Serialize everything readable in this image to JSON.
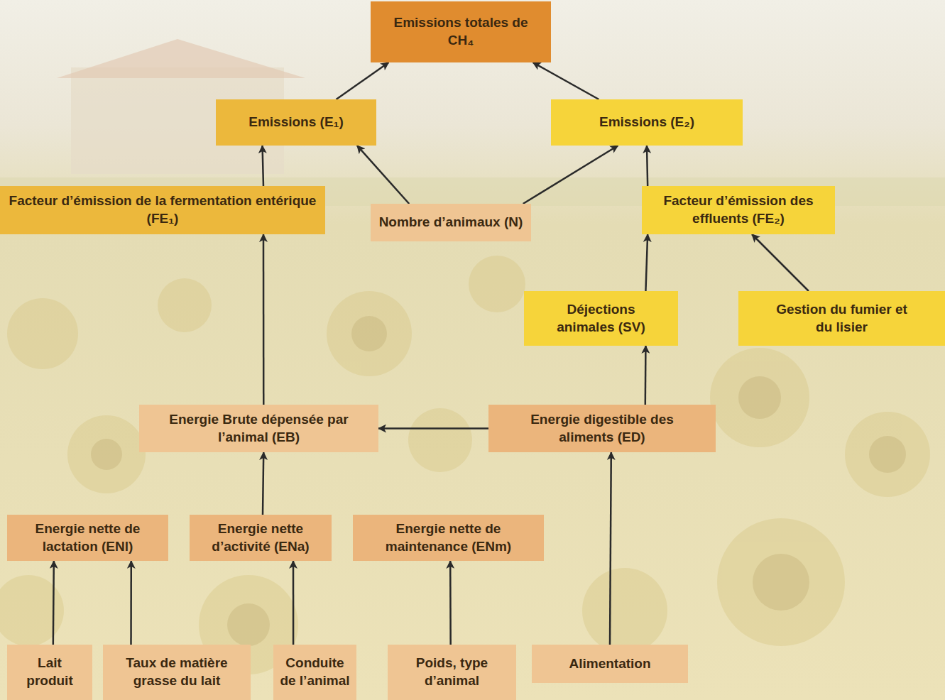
{
  "diagram": {
    "nodes": [
      {
        "text": [
          "Emissions totales de CH₄"
        ]
      },
      {
        "text": [
          "Emissions (E₁)"
        ]
      },
      {
        "text": [
          "Emissions (E₂)"
        ]
      },
      {
        "text": [
          "Facteur d’émission de la fermentation entérique (FE₁)"
        ]
      },
      {
        "text": [
          "Nombre d’animaux (N)"
        ]
      },
      {
        "text": [
          "Facteur d’émission des effluents (FE₂)"
        ]
      },
      {
        "text": [
          "Déjections animales (SV)"
        ]
      },
      {
        "text": [
          "Gestion du fumier et du lisier"
        ]
      },
      {
        "text": [
          "Energie Brute dépensée par l’animal (EB)"
        ]
      },
      {
        "text": [
          "Energie digestible des aliments (ED)"
        ]
      },
      {
        "text": [
          "Energie nette de lactation (ENl)"
        ]
      },
      {
        "text": [
          "Energie nette d’activité (ENa)"
        ]
      },
      {
        "text": [
          "Energie nette de maintenance (ENm)"
        ]
      },
      {
        "text": [
          "Lait produit"
        ]
      },
      {
        "text": [
          "Taux de matière grasse du lait"
        ]
      },
      {
        "text": [
          "Conduite de l’animal"
        ]
      },
      {
        "text": [
          "Poids, type d’animal"
        ]
      },
      {
        "text": [
          "Alimentation"
        ]
      }
    ],
    "edges": [
      {
        "from": 1,
        "to": 0,
        "arrow": "to"
      },
      {
        "from": 2,
        "to": 0,
        "arrow": "to"
      },
      {
        "from": 3,
        "to": 1,
        "arrow": "to"
      },
      {
        "from": 4,
        "to": 1,
        "arrow": "to"
      },
      {
        "from": 4,
        "to": 2,
        "arrow": "to"
      },
      {
        "from": 5,
        "to": 2,
        "arrow": "to"
      },
      {
        "from": 6,
        "to": 5,
        "arrow": "to"
      },
      {
        "from": 7,
        "to": 5,
        "arrow": "to"
      },
      {
        "from": 8,
        "to": 3,
        "arrow": "to"
      },
      {
        "from": 9,
        "to": 8,
        "arrow": "to"
      },
      {
        "from": 9,
        "to": 6,
        "arrow": "to"
      },
      {
        "from": 11,
        "to": 8,
        "arrow": "to"
      },
      {
        "from": 13,
        "to": 10,
        "arrow": "to"
      },
      {
        "from": 14,
        "to": 10,
        "arrow": "to"
      },
      {
        "from": 15,
        "to": 11,
        "arrow": "to"
      },
      {
        "from": 16,
        "to": 12,
        "arrow": "to"
      },
      {
        "from": 17,
        "to": 9,
        "arrow": "to"
      }
    ]
  }
}
